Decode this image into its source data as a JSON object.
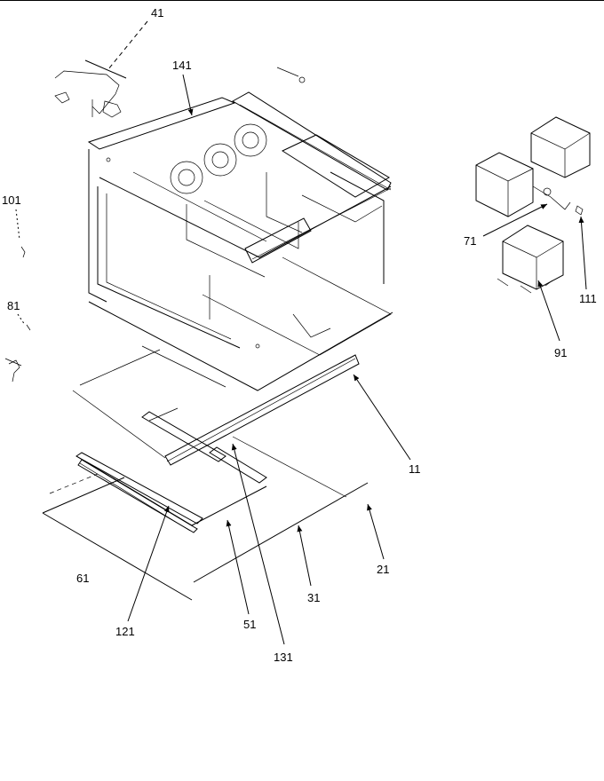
{
  "callouts": [
    "41",
    "141",
    "101",
    "81",
    "71",
    "111",
    "91",
    "11",
    "21",
    "31",
    "61",
    "121",
    "51",
    "131"
  ]
}
